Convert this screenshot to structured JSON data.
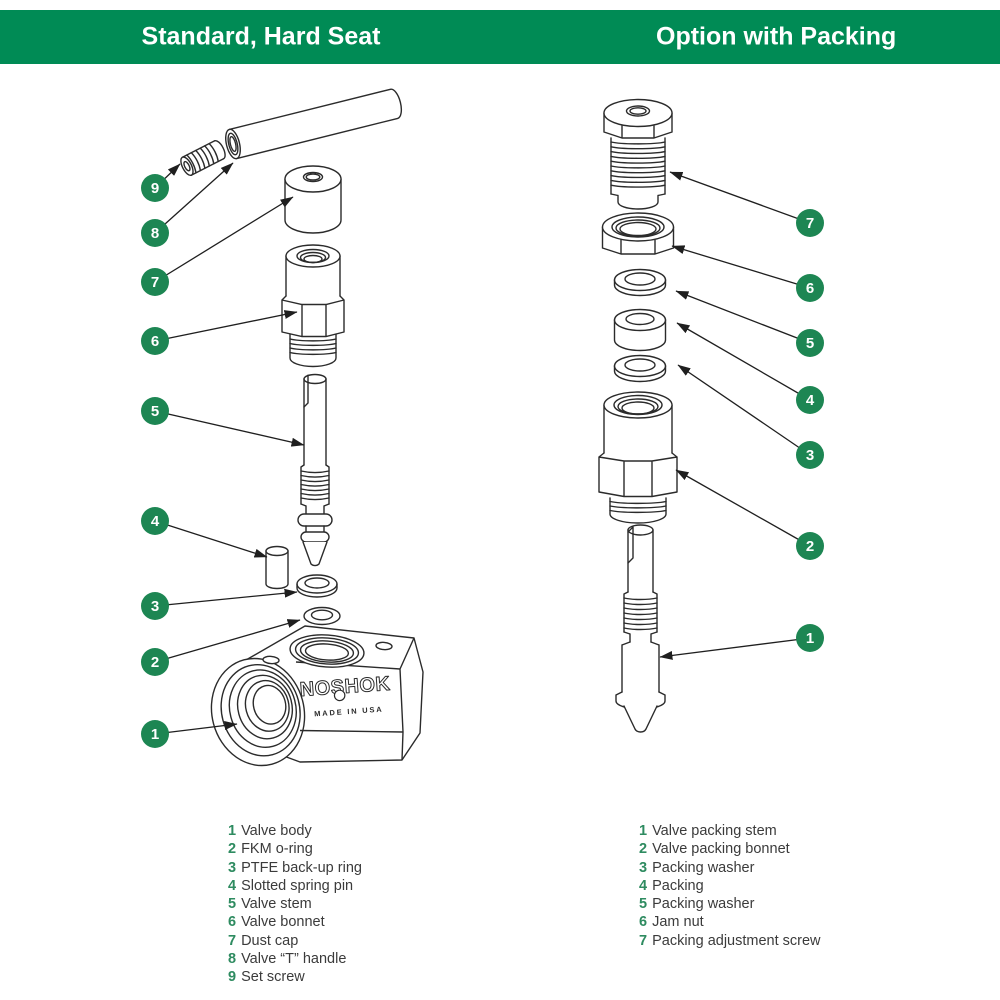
{
  "header": {
    "left_title": "Standard, Hard Seat",
    "right_title": "Option with Packing",
    "bg_color": "#008B55",
    "text_color": "#FFFFFF"
  },
  "diagrams": {
    "left": {
      "body_logo": "NOSHOK",
      "body_made_in": "MADE IN USA",
      "callouts": [
        {
          "n": "9"
        },
        {
          "n": "8"
        },
        {
          "n": "7"
        },
        {
          "n": "6"
        },
        {
          "n": "5"
        },
        {
          "n": "4"
        },
        {
          "n": "3"
        },
        {
          "n": "2"
        },
        {
          "n": "1"
        }
      ]
    },
    "right": {
      "callouts": [
        {
          "n": "7"
        },
        {
          "n": "6"
        },
        {
          "n": "5"
        },
        {
          "n": "4"
        },
        {
          "n": "3"
        },
        {
          "n": "2"
        },
        {
          "n": "1"
        }
      ]
    }
  },
  "legends": {
    "left": {
      "items": [
        {
          "num": "1",
          "label": "Valve body"
        },
        {
          "num": "2",
          "label": "FKM o-ring"
        },
        {
          "num": "3",
          "label": "PTFE back-up ring"
        },
        {
          "num": "4",
          "label": "Slotted spring pin"
        },
        {
          "num": "5",
          "label": "Valve stem"
        },
        {
          "num": "6",
          "label": "Valve bonnet"
        },
        {
          "num": "7",
          "label": "Dust cap"
        },
        {
          "num": "8",
          "label": "Valve “T” handle"
        },
        {
          "num": "9",
          "label": "Set screw"
        }
      ]
    },
    "right": {
      "items": [
        {
          "num": "1",
          "label": "Valve packing stem"
        },
        {
          "num": "2",
          "label": "Valve packing bonnet"
        },
        {
          "num": "3",
          "label": "Packing washer"
        },
        {
          "num": "4",
          "label": "Packing"
        },
        {
          "num": "5",
          "label": "Packing washer"
        },
        {
          "num": "6",
          "label": "Jam nut"
        },
        {
          "num": "7",
          "label": "Packing adjustment screw"
        }
      ]
    }
  },
  "colors": {
    "header_green": "#008B55",
    "callout_green": "#1D8653",
    "line_color": "#2B2B2B",
    "legend_number_green": "#2E8B60",
    "legend_text": "#3B3B3B"
  }
}
